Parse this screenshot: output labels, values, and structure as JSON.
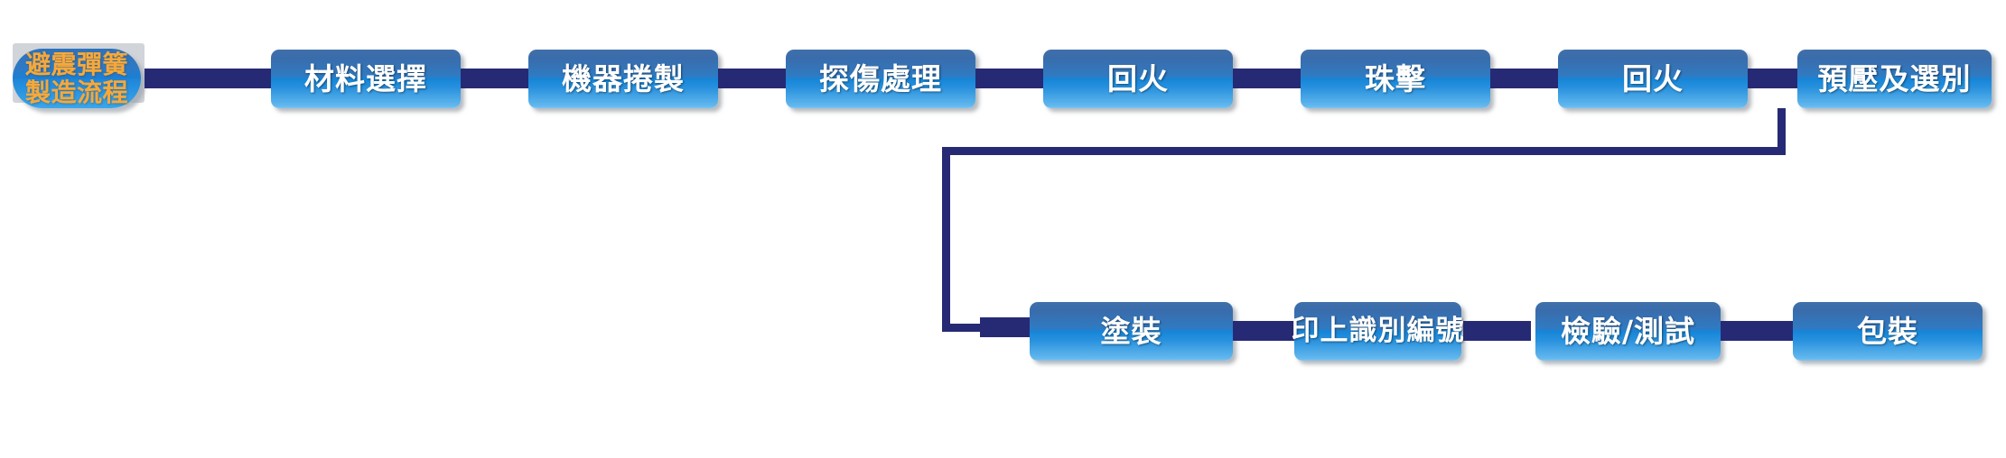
{
  "diagram": {
    "title": "避震彈簧製造流程",
    "accent_box_top": "#3a6cab",
    "accent_box_bottom": "#63b8ee",
    "connector_color": "#262a74",
    "start_text_color": "#f7a839",
    "node_text_color": "#ffffff"
  },
  "start_node": {
    "line1": "避震彈簧",
    "line2": "製造流程"
  },
  "row1": [
    {
      "label": "材料選擇"
    },
    {
      "label": "機器捲製"
    },
    {
      "label": "探傷處理"
    },
    {
      "label": "回火"
    },
    {
      "label": "珠擊"
    },
    {
      "label": "回火"
    },
    {
      "label": "預壓及選別"
    }
  ],
  "row2": [
    {
      "label": "塗裝"
    },
    {
      "label": "印上識別編號"
    },
    {
      "label": "檢驗/測試"
    },
    {
      "label": "包裝"
    }
  ],
  "connectors": {
    "straight_count": 10,
    "elbow_label": "elbow-from-presort-to-painting"
  }
}
